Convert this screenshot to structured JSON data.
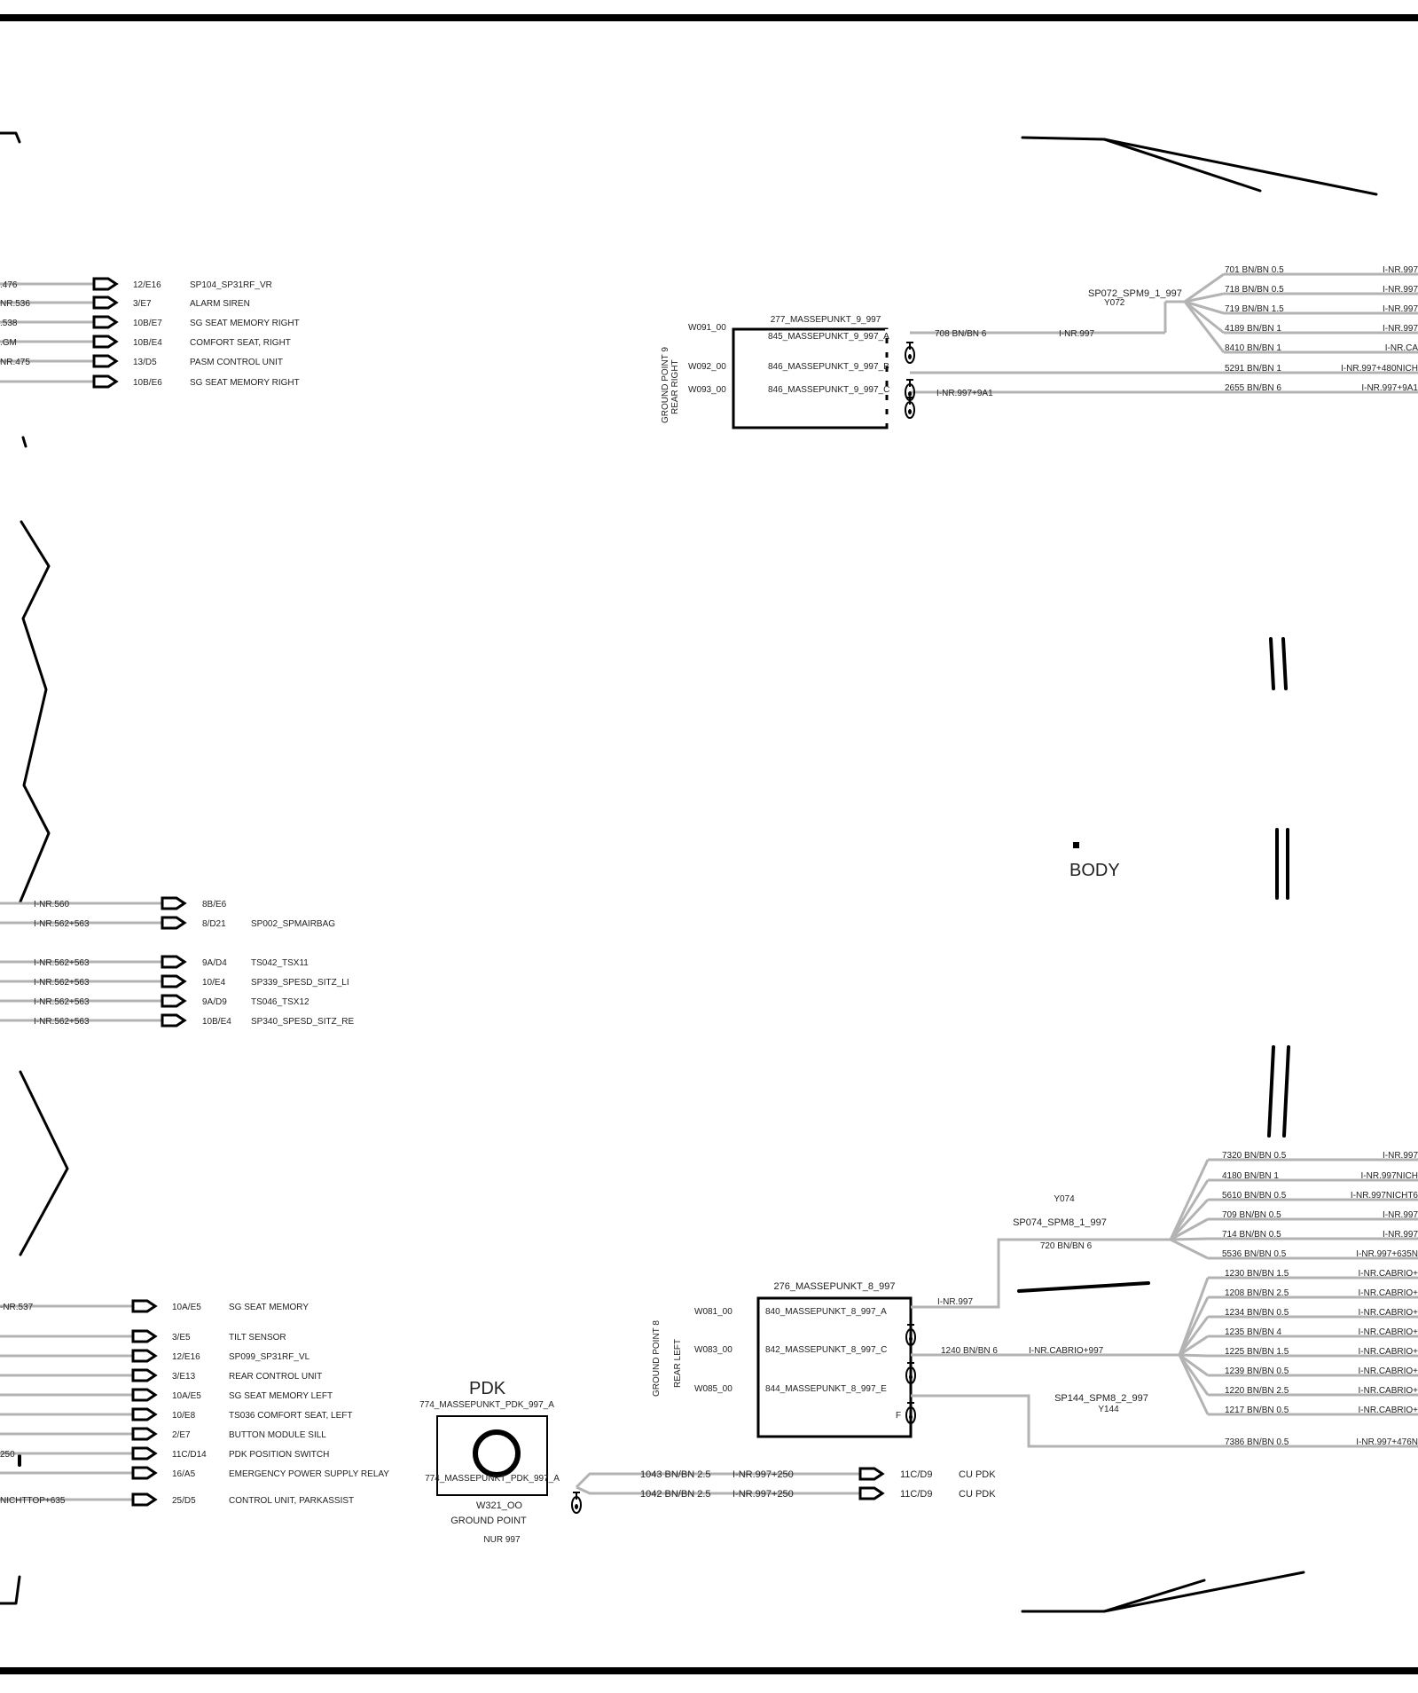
{
  "colors": {
    "wire": "#b3b3b3",
    "ink": "#000000"
  },
  "left_top_connectors": [
    {
      "wire": ".476",
      "ref": "12/E16",
      "label": "SP104_SP31RF_VR"
    },
    {
      "wire": "NR.536",
      "ref": "3/E7",
      "label": "ALARM SIREN"
    },
    {
      "wire": ".538",
      "ref": "10B/E7",
      "label": "SG SEAT  MEMORY RIGHT"
    },
    {
      "wire": ".GM",
      "ref": "10B/E4",
      "label": "COMFORT SEAT, RIGHT"
    },
    {
      "wire": "NR.475",
      "ref": "13/D5",
      "label": "PASM CONTROL UNIT"
    },
    {
      "wire": "",
      "ref": "10B/E6",
      "label": "SG   SEAT   MEMORY  RIGHT"
    }
  ],
  "left_mid_connectors": [
    {
      "wire": "I-NR.560",
      "ref": "8B/E6",
      "label": ""
    },
    {
      "wire": "I-NR.562+563",
      "ref": "8/D21",
      "label": "SP002_SPMAIRBAG"
    },
    {
      "wire": "I-NR.562+563",
      "ref": "9A/D4",
      "label": "TS042_TSX11"
    },
    {
      "wire": "I-NR.562+563",
      "ref": "10/E4",
      "label": "SP339_SPESD_SITZ_LI"
    },
    {
      "wire": "I-NR.562+563",
      "ref": "9A/D9",
      "label": "TS046_TSX12"
    },
    {
      "wire": "I-NR.562+563",
      "ref": "10B/E4",
      "label": "SP340_SPESD_SITZ_RE"
    }
  ],
  "left_bottom_connectors": [
    {
      "wire": "-NR.537",
      "ref": "10A/E5",
      "label": "SG SEAT  MEMORY"
    },
    {
      "wire": "",
      "ref": "3/E5",
      "label": "TILT SENSOR"
    },
    {
      "wire": "",
      "ref": "12/E16",
      "label": "SP099_SP31RF_VL"
    },
    {
      "wire": "",
      "ref": "3/E13",
      "label": "REAR CONTROL UNIT"
    },
    {
      "wire": "",
      "ref": "10A/E5",
      "label": "SG  SEAT  MEMORY  LEFT"
    },
    {
      "wire": "",
      "ref": "10/E8",
      "label": "TS036 COMFORT SEAT, LEFT"
    },
    {
      "wire": "",
      "ref": "2/E7",
      "label": "BUTTON  MODULE  SILL"
    },
    {
      "wire": "250",
      "ref": "11C/D14",
      "label": "PDK     POSITION SWITCH"
    },
    {
      "wire": "",
      "ref": "16/A5",
      "label": "EMERGENCY POWER SUPPLY RELAY"
    },
    {
      "wire": "NICHTTOP+635",
      "ref": "25/D5",
      "label": "CONTROL UNIT, PARKASSIST"
    }
  ],
  "ground_point_9": {
    "title": "277_MASSEPUNKT_9_997",
    "side_label_1": "GROUND POINT 9",
    "side_label_2": "REAR RIGHT",
    "pins": [
      {
        "wire": "W091_00",
        "name": "845_MASSEPUNKT_9_997_A"
      },
      {
        "wire": "W092_00",
        "name": "846_MASSEPUNKT_9_997_B"
      },
      {
        "wire": "W093_00",
        "name": "846_MASSEPUNKT_9_997_C"
      }
    ],
    "out_wires": [
      {
        "gauge": "708 BN/BN 6",
        "inr": "I-NR.997"
      },
      {
        "gauge": "",
        "inr": "I-NR.997+9A1"
      }
    ]
  },
  "splice_9": {
    "name": "SP072_SPM9_1_997",
    "code": "Y072",
    "branches": [
      {
        "gauge": "701 BN/BN 0.5",
        "inr": "I-NR.997"
      },
      {
        "gauge": "718 BN/BN 0.5",
        "inr": "I-NR.997"
      },
      {
        "gauge": "719 BN/BN 1.5",
        "inr": "I-NR.997"
      },
      {
        "gauge": "4189 BN/BN 1",
        "inr": "I-NR.997"
      },
      {
        "gauge": "8410 BN/BN 1",
        "inr": "I-NR.CA"
      },
      {
        "gauge": "5291 BN/BN 1",
        "inr": "I-NR.997+480NICH"
      },
      {
        "gauge": "2655 BN/BN 6",
        "inr": "I-NR.997+9A1"
      }
    ]
  },
  "body_label": "BODY",
  "splice_8_1": {
    "name": "SP074_SPM8_1_997",
    "code": "Y074",
    "trunk": "720 BN/BN 6",
    "branches": [
      {
        "gauge": "7320 BN/BN 0.5",
        "inr": "I-NR.997"
      },
      {
        "gauge": "4180 BN/BN 1",
        "inr": "I-NR.997NICH"
      },
      {
        "gauge": "5610 BN/BN 0.5",
        "inr": "I-NR.997NICHT6"
      },
      {
        "gauge": "709 BN/BN 0.5",
        "inr": "I-NR.997"
      },
      {
        "gauge": "714 BN/BN 0.5",
        "inr": "I-NR.997"
      },
      {
        "gauge": "5536 BN/BN 0.5",
        "inr": "I-NR.997+635N"
      }
    ]
  },
  "ground_point_8": {
    "title": "276_MASSEPUNKT_8_997",
    "side_label_1": "GROUND POINT 8",
    "side_label_2": "REAR LEFT",
    "pins": [
      {
        "wire": "W081_00",
        "name": "840_MASSEPUNKT_8_997_A"
      },
      {
        "wire": "W083_00",
        "name": "842_MASSEPUNKT_8_997_C"
      },
      {
        "wire": "W085_00",
        "name": "844_MASSEPUNKT_8_997_E"
      }
    ],
    "pin_f": "F",
    "out_inr": "I-NR.997",
    "mid_gauge": "1240 BN/BN 6",
    "mid_inr": "I-NR.CABRIO+997"
  },
  "splice_8_2": {
    "name": "SP144_SPM8_2_997",
    "code": "Y144",
    "branches": [
      {
        "gauge": "1230 BN/BN 1.5",
        "inr": "I-NR.CABRIO+"
      },
      {
        "gauge": "1208 BN/BN 2.5",
        "inr": "I-NR.CABRIO+"
      },
      {
        "gauge": "1234 BN/BN 0.5",
        "inr": "I-NR.CABRIO+"
      },
      {
        "gauge": "1235 BN/BN 4",
        "inr": "I-NR.CABRIO+"
      },
      {
        "gauge": "1225 BN/BN 1.5",
        "inr": "I-NR.CABRIO+"
      },
      {
        "gauge": "1239 BN/BN 0.5",
        "inr": "I-NR.CABRIO+"
      },
      {
        "gauge": "1220 BN/BN 2.5",
        "inr": "I-NR.CABRIO+"
      },
      {
        "gauge": "1217 BN/BN 0.5",
        "inr": "I-NR.CABRIO+"
      }
    ],
    "extra": {
      "gauge": "7386 BN/BN 0.5",
      "inr": "I-NR.997+476N"
    }
  },
  "pdk_ground": {
    "heading": "PDK",
    "top_name": "774_MASSEPUNKT_PDK_997_A",
    "inner_name": "774_MASSEPUNKT_PDK_997_A",
    "wire": "W321_OO",
    "label": "GROUND POINT",
    "note": "NUR 997",
    "outputs": [
      {
        "gauge": "1043 BN/BN 2.5",
        "inr": "I-NR.997+250",
        "ref": "11C/D9",
        "label": "CU PDK"
      },
      {
        "gauge": "1042 BN/BN 2.5",
        "inr": "I-NR.997+250",
        "ref": "11C/D9",
        "label": "CU PDK"
      }
    ]
  }
}
